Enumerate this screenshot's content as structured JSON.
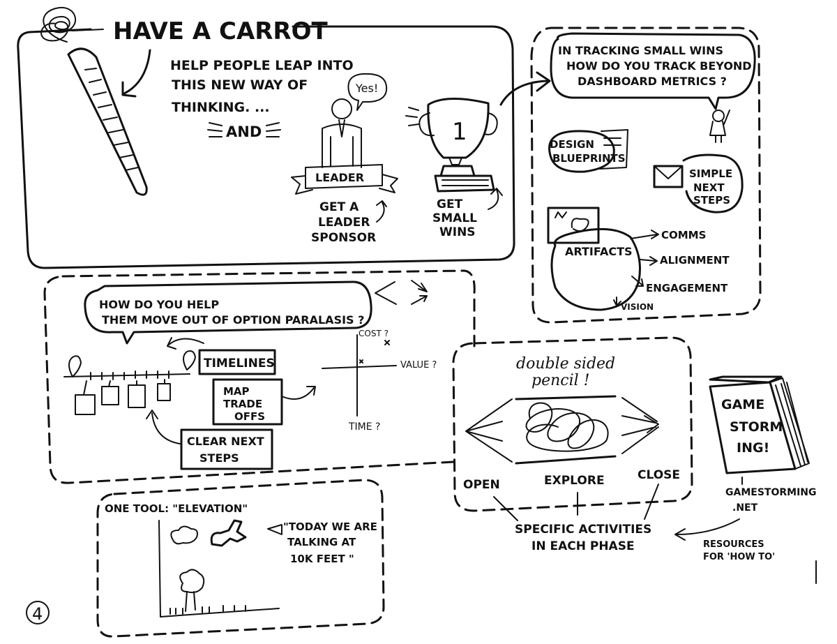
{
  "carrot_section": {
    "title": "HAVE A CARROT",
    "intro_lines": [
      "HELP PEOPLE LEAP INTO",
      "THIS NEW WAY OF",
      "THINKING. ...",
      "AND"
    ],
    "speech_yes": "Yes!",
    "leader_banner": "LEADER",
    "leader_caption": [
      "GET A",
      "LEADER",
      "SPONSOR"
    ],
    "trophy_number": "1",
    "trophy_caption": [
      "GET",
      "SMALL",
      "WINS"
    ]
  },
  "tracking_section": {
    "question_lines": [
      "IN TRACKING SMALL WINS",
      "HOW DO YOU TRACK BEYOND",
      "DASHBOARD METRICS ?"
    ],
    "design_blueprints": [
      "DESIGN",
      "BLUEPRINTS"
    ],
    "simple_next_steps": [
      "SIMPLE",
      "NEXT",
      "STEPS"
    ],
    "artifacts": "ARTIFACTS",
    "artifact_outputs": [
      "COMMS",
      "ALIGNMENT",
      "ENGAGEMENT",
      "VISION"
    ]
  },
  "paralysis_section": {
    "question_lines": [
      "HOW DO YOU HELP",
      "THEM MOVE OUT OF OPTION PARALASIS ?"
    ],
    "timelines": "TIMELINES",
    "map_trade_offs": [
      "MAP",
      "TRADE",
      "OFFS"
    ],
    "clear_next_steps": [
      "CLEAR NEXT",
      "STEPS"
    ],
    "axis_cost": "COST ?",
    "axis_value": "VALUE ?",
    "axis_time": "TIME ?"
  },
  "elevation_section": {
    "title": "ONE TOOL:  \"ELEVATION\"",
    "quote_lines": [
      "\"TODAY WE ARE",
      "TALKING AT",
      "10K FEET \""
    ]
  },
  "pencil_section": {
    "script_lines": [
      "double sided",
      "pencil !"
    ],
    "phases": [
      "OPEN",
      "EXPLORE",
      "CLOSE"
    ],
    "activities_lines": [
      "SPECIFIC ACTIVITIES",
      "IN EACH PHASE"
    ]
  },
  "book_section": {
    "book_lines": [
      "GAME",
      "STORM",
      "ING!"
    ],
    "site_lines": [
      "GAMESTORMING",
      ".NET"
    ],
    "resources_lines": [
      "RESOURCES",
      "FOR 'HOW TO'"
    ]
  },
  "page_number": "4"
}
